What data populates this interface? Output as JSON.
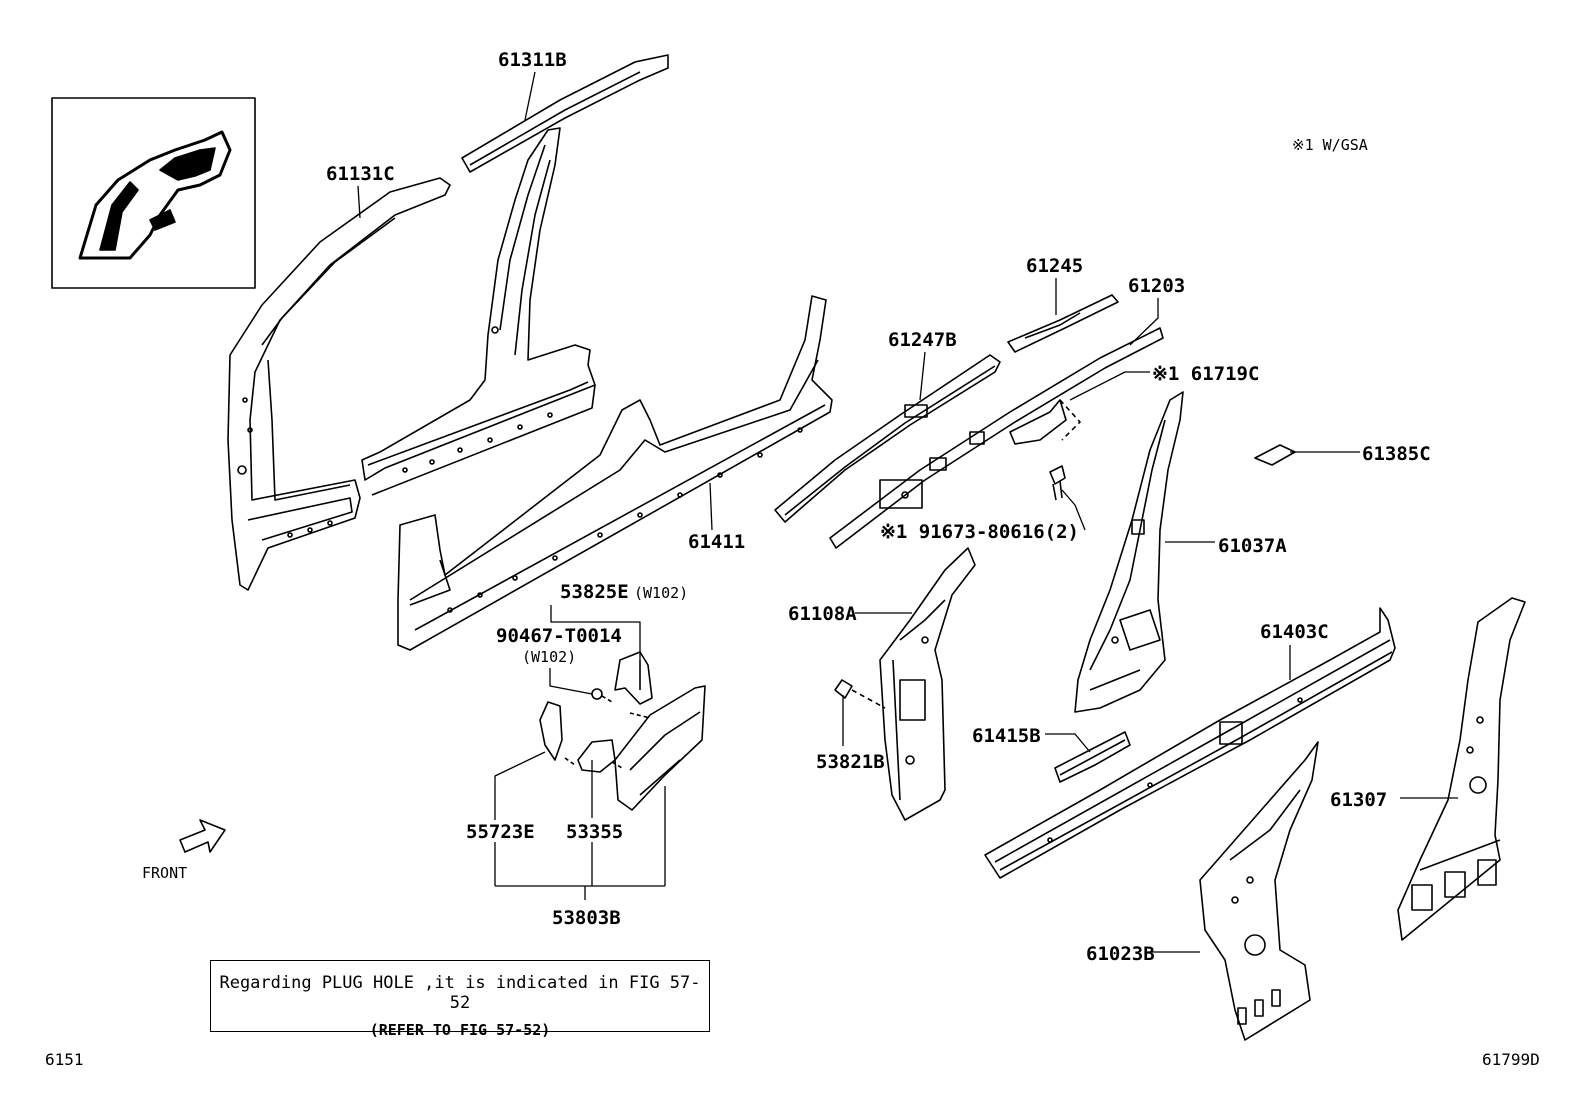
{
  "legend": {
    "note": "※1 W/GSA"
  },
  "front_label": "FRONT",
  "notice": {
    "line1": "Regarding PLUG HOLE ,it is indicated in FIG 57-52",
    "line2": "(REFER TO FIG 57-52)"
  },
  "footer": {
    "left": "6151",
    "right": "61799D"
  },
  "labels": {
    "p61311B": "61311B",
    "p61131C": "61131C",
    "p61411": "61411",
    "p61245": "61245",
    "p61203": "61203",
    "p61247B": "61247B",
    "p61719C": "※1 61719C",
    "p61385C": "61385C",
    "p91673": "※1 91673-80616(2)",
    "p61037A": "61037A",
    "p53825E": "53825E",
    "p53825E_w": "(W102)",
    "p90467": "90467-T0014",
    "p90467_w": "(W102)",
    "p61108A": "61108A",
    "p53821B": "53821B",
    "p61415B": "61415B",
    "p61403C": "61403C",
    "p61307": "61307",
    "p55723E": "55723E",
    "p53355": "53355",
    "p53803B": "53803B",
    "p61023B": "61023B"
  }
}
